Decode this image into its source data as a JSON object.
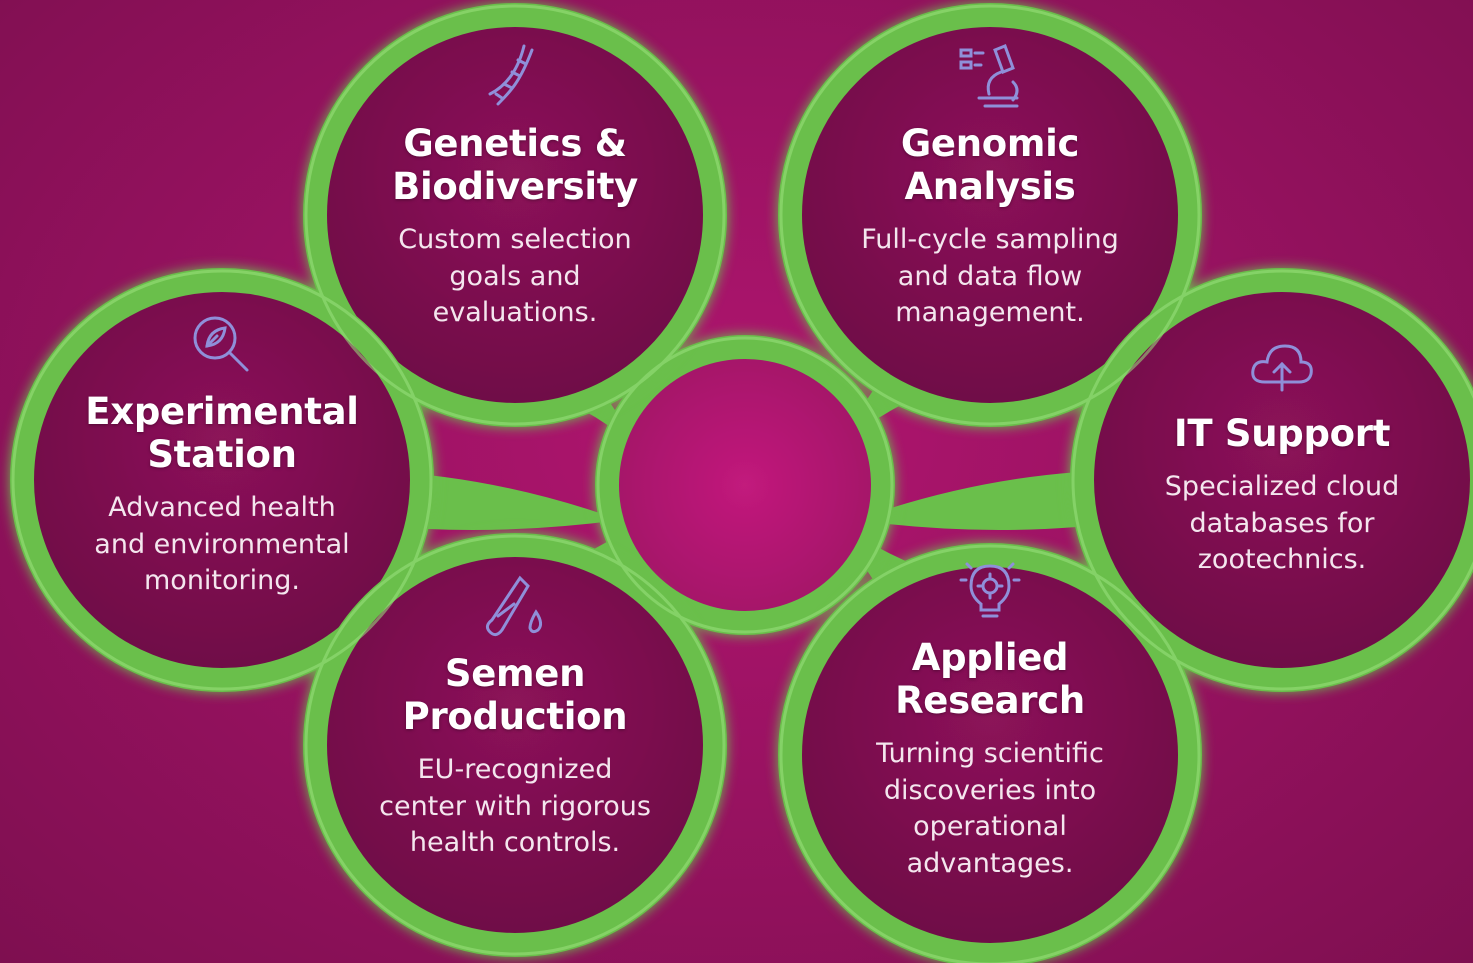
{
  "colors": {
    "background": "#9a1262",
    "ring": "#6abf4b",
    "ring_highlight": "#9be27e",
    "circle_fill": "#7e1150",
    "center_fill": "#b0156f",
    "icon_stroke": "#8f8fd9",
    "text": "#ffffff"
  },
  "nodes": [
    {
      "id": "genetics",
      "icon": "dna-icon",
      "title_lines": [
        "Genetics &",
        "Biodiversity"
      ],
      "desc_lines": [
        "Custom selection",
        "goals and",
        "evaluations."
      ]
    },
    {
      "id": "genomic",
      "icon": "microscope-icon",
      "title_lines": [
        "Genomic",
        "Analysis"
      ],
      "desc_lines": [
        "Full-cycle sampling",
        "and data flow",
        "management."
      ]
    },
    {
      "id": "experimental",
      "icon": "magnifier-leaf-icon",
      "title_lines": [
        "Experimental",
        "Station"
      ],
      "desc_lines": [
        "Advanced health",
        "and environmental",
        "monitoring."
      ]
    },
    {
      "id": "it",
      "icon": "cloud-upload-icon",
      "title_lines": [
        "IT Support"
      ],
      "desc_lines": [
        "Specialized cloud",
        "databases for",
        "zootechnics."
      ]
    },
    {
      "id": "semen",
      "icon": "test-tube-drop-icon",
      "title_lines": [
        "Semen",
        "Production"
      ],
      "desc_lines": [
        "EU-recognized",
        "center with rigorous",
        "health controls."
      ]
    },
    {
      "id": "applied",
      "icon": "lightbulb-gear-icon",
      "title_lines": [
        "Applied",
        "Research"
      ],
      "desc_lines": [
        "Turning scientific",
        "discoveries into",
        "operational",
        "advantages."
      ]
    }
  ]
}
